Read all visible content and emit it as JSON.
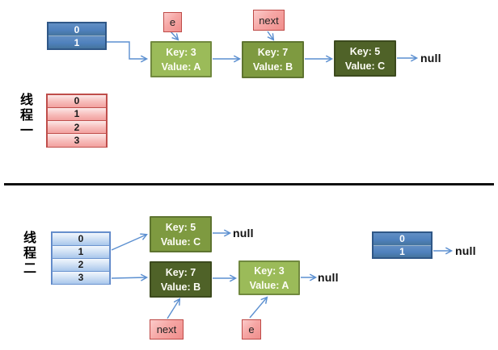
{
  "top": {
    "thread_label": "线程一",
    "table_box": {
      "rows": [
        "0",
        "1"
      ]
    },
    "bucket_table": {
      "rows": [
        "0",
        "1",
        "2",
        "3"
      ]
    },
    "pointer_e": "e",
    "pointer_next": "next",
    "nodes": [
      {
        "key": "Key: 3",
        "value": "Value: A"
      },
      {
        "key": "Key: 7",
        "value": "Value: B"
      },
      {
        "key": "Key: 5",
        "value": "Value: C"
      }
    ],
    "null_label": "null"
  },
  "bottom": {
    "thread_label": "线程二",
    "bucket_table": {
      "rows": [
        "0",
        "1",
        "2",
        "3"
      ]
    },
    "nodes": [
      {
        "key": "Key: 5",
        "value": "Value: C"
      },
      {
        "key": "Key: 7",
        "value": "Value: B"
      },
      {
        "key": "Key: 3",
        "value": "Value: A"
      }
    ],
    "pointer_next": "next",
    "pointer_e": "e",
    "table_box": {
      "rows": [
        "0",
        "1"
      ]
    },
    "null_after_key5": "null",
    "null_after_key3": "null",
    "null_after_table": "null"
  },
  "colors": {
    "node_light_green": "#9BBB59",
    "node_medium_green": "#7E9A40",
    "node_dark_green": "#4F6228",
    "header_blue": "#4F81BD",
    "bucket_pink": "#F2A19F",
    "bucket_blue": "#A9C7EC",
    "pointer_pink": "#F08E8C",
    "arrow_blue": "#5B8FD0",
    "divider_black": "#101010"
  }
}
